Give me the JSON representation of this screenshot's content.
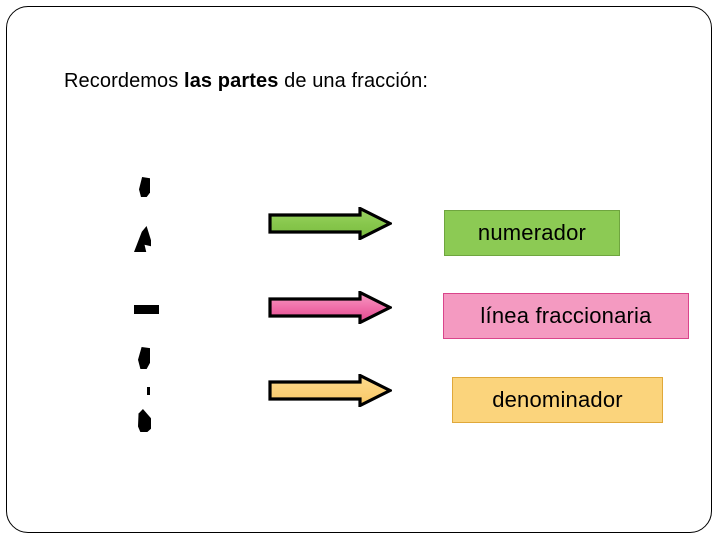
{
  "slide": {
    "background_color": "#FFFFFF",
    "frame": {
      "shape": "rounded-rectangle",
      "border_color": "#000000"
    },
    "title": {
      "prefix": "Recordemos ",
      "bold": "las partes",
      "suffix": " de una fracción:",
      "full_text": "Recordemos las partes de una fracción:"
    },
    "fraction": {
      "note": "partially rendered fraction glyphs",
      "numerator_glyph": "",
      "fraction_bar_glyph": "",
      "denominator_glyph": "",
      "color": "#000000"
    },
    "rows": [
      {
        "arrow_name": "green-arrow",
        "arrow_fill": "#8CCA54",
        "arrow_stroke": "#000000",
        "label": "numerador",
        "box_fill": "#8CCA54",
        "box_border": "#6FA53F"
      },
      {
        "arrow_name": "pink-arrow",
        "arrow_fill": "#F06CA8",
        "arrow_stroke": "#000000",
        "label": "línea fraccionaria",
        "box_fill": "#F49AC1",
        "box_border": "#D9458B"
      },
      {
        "arrow_name": "yellow-arrow",
        "arrow_fill": "#FBD47C",
        "arrow_stroke": "#000000",
        "label": "denominador",
        "box_fill": "#FBD47C",
        "box_border": "#E0A83A"
      }
    ]
  }
}
